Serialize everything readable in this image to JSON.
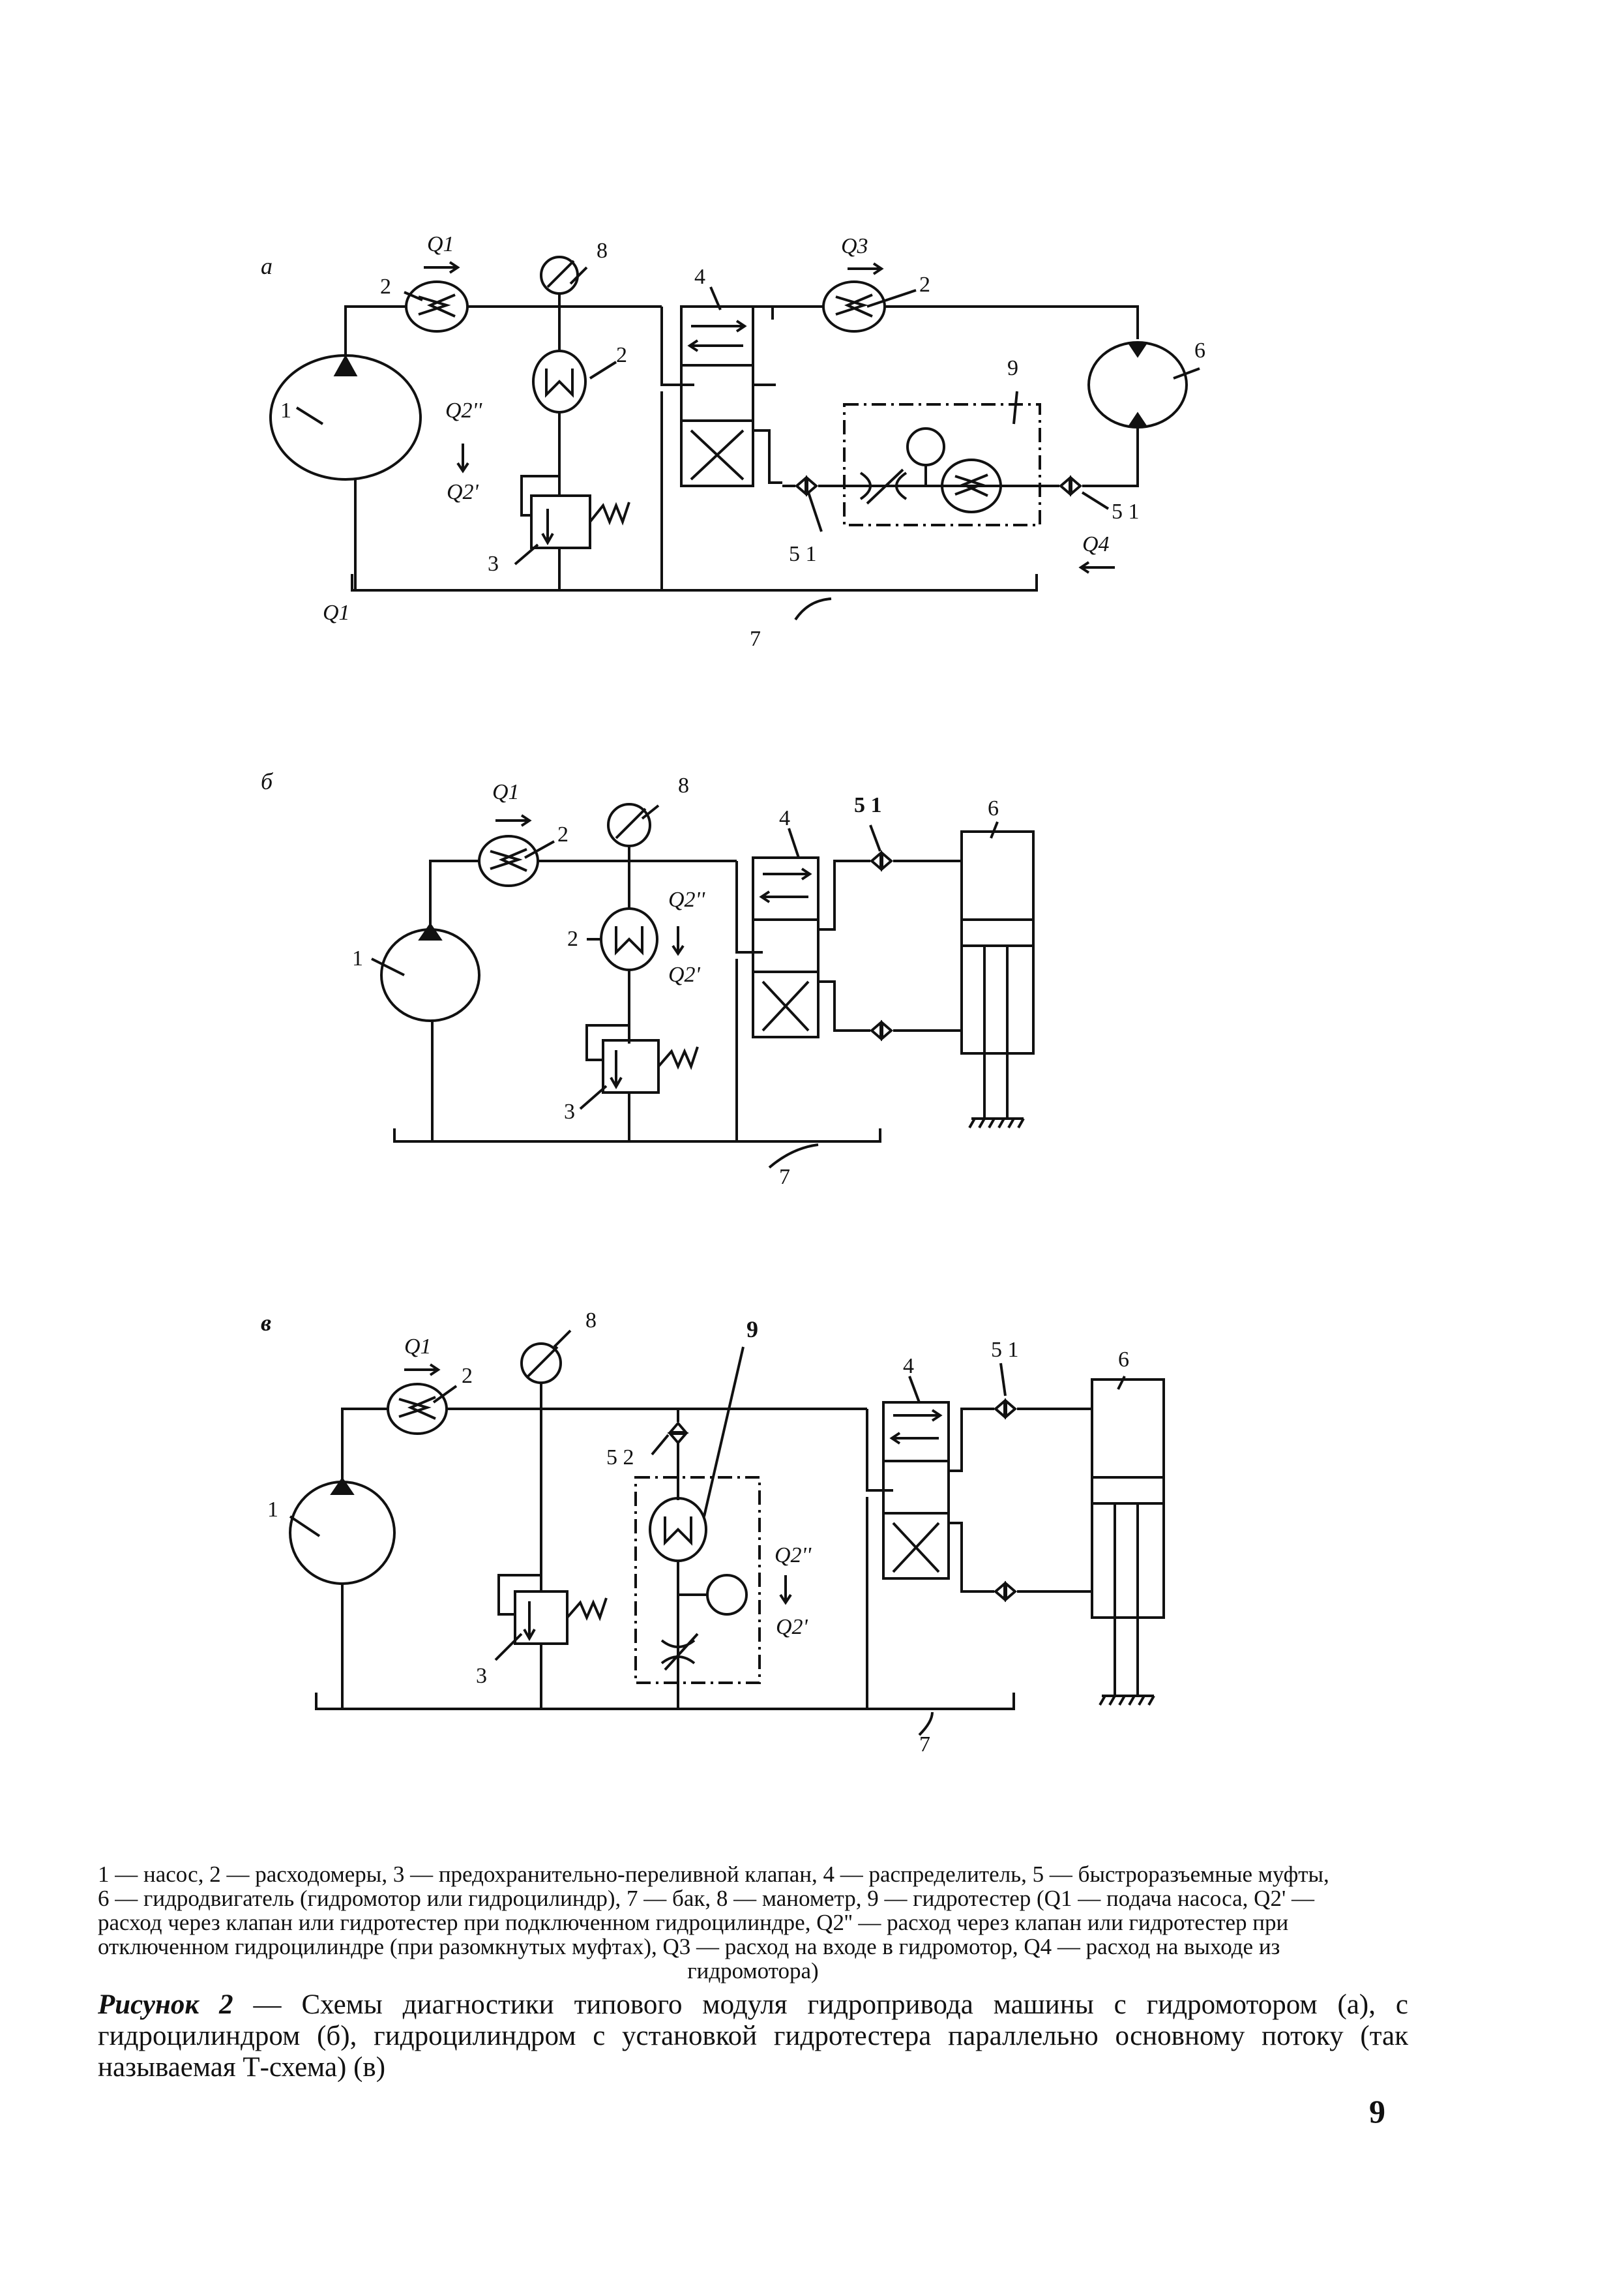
{
  "figure": {
    "panel_a": {
      "letter": "а",
      "labels": [
        "1",
        "2",
        "2",
        "2",
        "3",
        "4",
        "5 1",
        "5 1",
        "6",
        "7",
        "8",
        "9"
      ],
      "flows": {
        "q1_top": "Q1",
        "q2pp": "Q2''",
        "q2p": "Q2'",
        "q3": "Q3",
        "q4": "Q4",
        "q1_bottom": "Q1"
      }
    },
    "panel_b": {
      "letter": "б",
      "labels": [
        "1",
        "2",
        "2",
        "3",
        "4",
        "5 1",
        "6",
        "7",
        "8"
      ],
      "flows": {
        "q1": "Q1",
        "q2pp": "Q2''",
        "q2p": "Q2'"
      }
    },
    "panel_c": {
      "letter": "в",
      "labels": [
        "1",
        "2",
        "3",
        "4",
        "5 1",
        "5 2",
        "6",
        "7",
        "8",
        "9"
      ],
      "flows": {
        "q1": "Q1",
        "q2pp": "Q2''",
        "q2p": "Q2'"
      }
    }
  },
  "legend": {
    "line1": "1 — насос, 2 — расходомеры, 3 — предохранительно-переливной клапан, 4 — распределитель, 5 — быстроразъемные муфты,",
    "line2": "6 — гидродвигатель (гидромотор или гидроцилиндр), 7 — бак, 8 — манометр, 9 — гидротестер (Q1 — подача насоса, Q2' —",
    "line3": "расход через клапан или гидротестер при подключенном гидроцилиндре, Q2'' — расход через клапан или гидротестер при",
    "line4": "отключенном гидроцилиндре (при разомкнутых муфтах), Q3 — расход на входе в гидромотор, Q4 — расход на выходе из",
    "line5": "гидромотора)"
  },
  "caption": {
    "label": "Рисунок 2",
    "text": " — Схемы диагностики типового модуля гидропривода машины с гидромотором (а), с гидроцилиндром (б), гидроцилиндром с установкой гидротестера параллельно основному потоку (так называемая Т-схема) (в)"
  },
  "page_number": "9"
}
